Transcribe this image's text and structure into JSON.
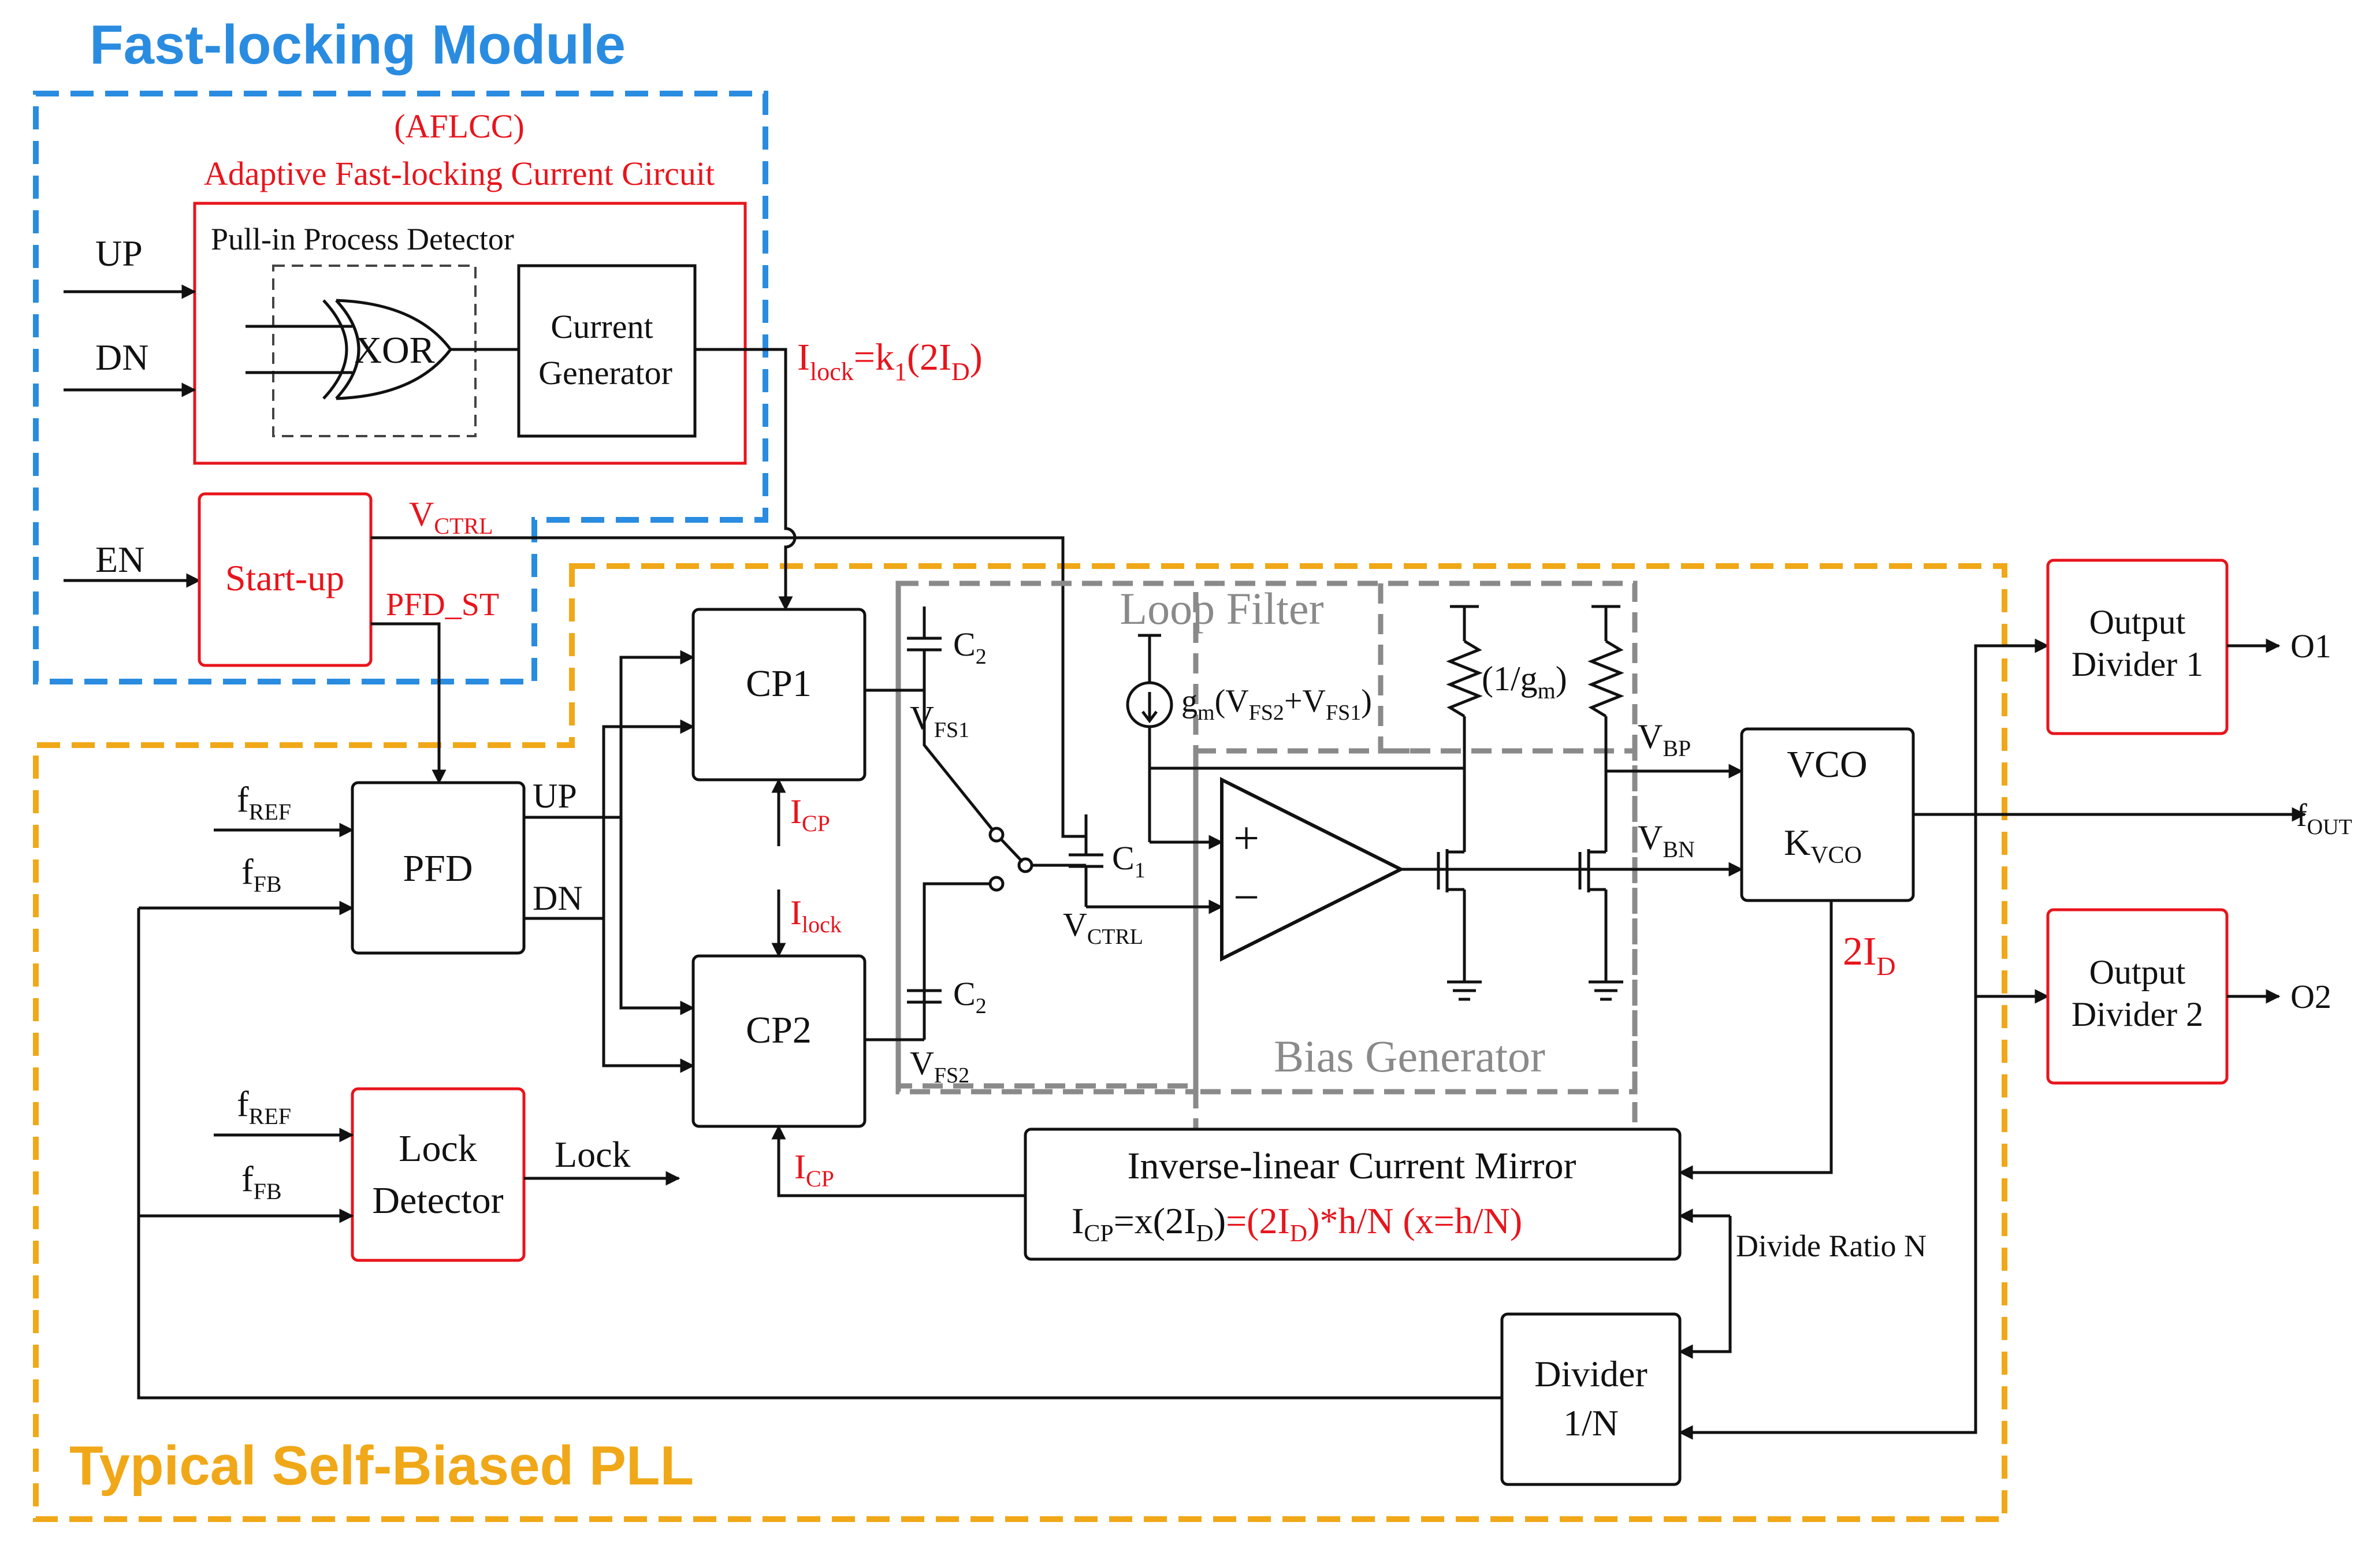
{
  "colors": {
    "fast_locking_border": "#2a8ce0",
    "pll_border": "#f0a818",
    "loop_filter_border": "#8a8a8a",
    "highlight_red": "#e8141c",
    "line": "#111111"
  },
  "modules": {
    "fast_locking_title": "Fast-locking Module",
    "pll_title": "Typical Self-Biased PLL",
    "aflcc_abbr": "(AFLCC)",
    "aflcc_full": "Adaptive Fast-locking Current Circuit",
    "loop_filter_title": "Loop Filter",
    "bias_generator_title": "Bias Generator"
  },
  "blocks": {
    "pull_in_detector": "Pull-in Process Detector",
    "xor": "XOR",
    "current_generator_1": "Current",
    "current_generator_2": "Generator",
    "startup": "Start-up",
    "pfd": "PFD",
    "cp1": "CP1",
    "cp2": "CP2",
    "lock_detector_1": "Lock",
    "lock_detector_2": "Detector",
    "vco": "VCO",
    "vco_gain": "K",
    "vco_gain_sub": "VCO",
    "output_divider_1_a": "Output",
    "output_divider_1_b": "Divider 1",
    "output_divider_2_a": "Output",
    "output_divider_2_b": "Divider 2",
    "divider_a": "Divider",
    "divider_b": "1/N",
    "mirror_title": "Inverse-linear Current Mirror"
  },
  "signals": {
    "up": "UP",
    "dn": "DN",
    "en": "EN",
    "pfd_st": "PFD_ST",
    "v": "V",
    "ctrl_sub": "CTRL",
    "i": "I",
    "lock_sub": "lock",
    "cp_sub": "CP",
    "ilock_eq_mid": "=k",
    "ilock_k_sub": "1",
    "ilock_eq_tail": "(2I",
    "d_sub": "D",
    "close_paren": ")",
    "f": "f",
    "ref_sub": "REF",
    "fb_sub": "FB",
    "lock_out": "Lock",
    "c": "C",
    "two": "2",
    "one": "1",
    "fs1_sub": "FS1",
    "fs2_sub": "FS2",
    "gm_g": "g",
    "gm_m": "m",
    "gm_open": "(V",
    "gm_plus": "+V",
    "one_over_gm_a": "(1/g",
    "one_over_gm_b": ")",
    "bp_sub": "BP",
    "bn_sub": "BN",
    "two_id": "2I",
    "out_sub": "OUT",
    "o1": "O1",
    "o2": "O2",
    "divide_ratio": "Divide Ratio N",
    "plus": "+",
    "minus": "−",
    "mirror_eq_black": "=x(2I",
    "mirror_eq_black_close": ")",
    "mirror_eq_red": "=(2I",
    "mirror_eq_red_tail": ")*h/N  (x=h/N)"
  }
}
